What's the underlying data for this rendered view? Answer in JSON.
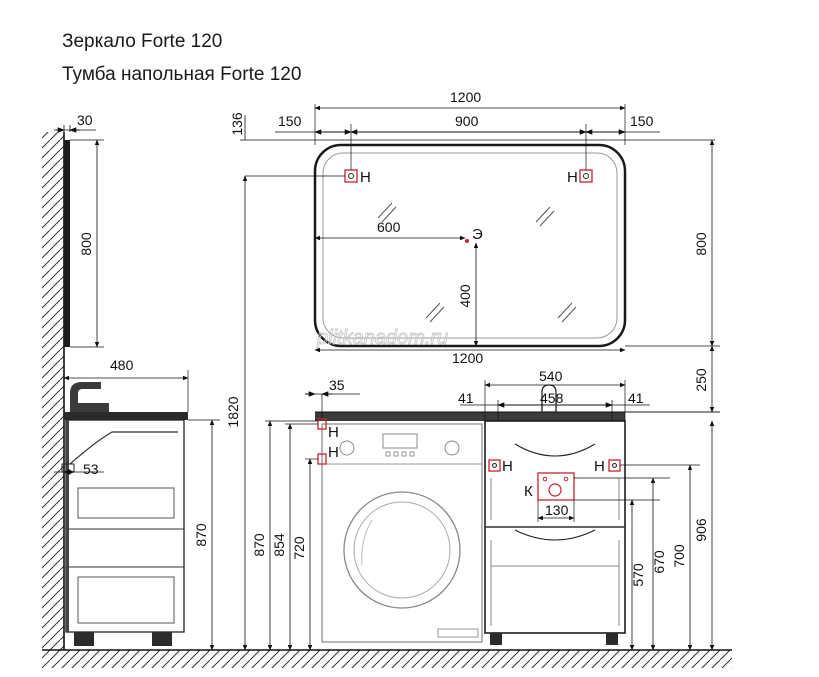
{
  "titles": {
    "mirror": "Зеркало Forte 120",
    "cabinet": "Тумба напольная Forte 120"
  },
  "watermark": "plitkanadom.ru",
  "side_view": {
    "mirror_depth": "30",
    "mirror_height": "800",
    "cabinet_depth": "480",
    "cabinet_height": "870",
    "offset": "53"
  },
  "front_view": {
    "total_height": "1820",
    "top_offset": "136",
    "mirror_width": "1200",
    "mirror_left_margin": "150",
    "mount_spacing": "900",
    "mirror_right_margin": "150",
    "mirror_height": "800",
    "socket_horizontal": "600",
    "socket_vertical": "400",
    "socket_label": "Э",
    "mount_label": "Н",
    "cabinet_width": "1200",
    "gap_height": "250",
    "top_left_offset": "35",
    "mount_height_870": "870",
    "mount_height_854": "854",
    "mount_height_720": "720",
    "base_width": "540",
    "side_left": "41",
    "inner_width": "458",
    "side_right": "41",
    "drain_label": "К",
    "drain_width": "130",
    "height_570": "570",
    "height_670": "670",
    "height_700": "700",
    "height_906": "906"
  }
}
